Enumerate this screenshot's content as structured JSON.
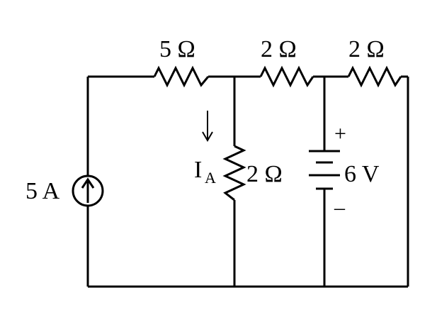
{
  "diagram": {
    "resistors": {
      "r_top_left": "5 Ω",
      "r_top_middle": "2 Ω",
      "r_top_right": "2 Ω",
      "r_vertical": "2 Ω"
    },
    "current_source": {
      "label": "5 A"
    },
    "current_label": {
      "main": "I",
      "subscript": "A"
    },
    "voltage_source": {
      "label": "6 V",
      "plus": "+",
      "minus": "–"
    }
  }
}
